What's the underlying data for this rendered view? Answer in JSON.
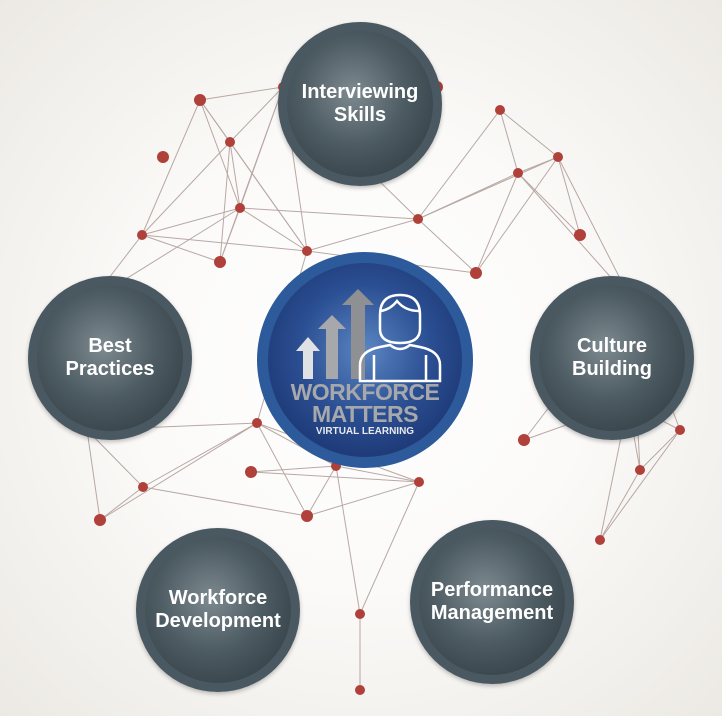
{
  "center_logo": {
    "line1": "WORKFORCE",
    "line2": "MATTERS",
    "line3": "VIRTUAL LEARNING"
  },
  "topics": [
    {
      "id": "interviewing-skills",
      "lines": [
        "Interviewing",
        "Skills"
      ]
    },
    {
      "id": "best-practices",
      "lines": [
        "Best",
        "Practices"
      ]
    },
    {
      "id": "culture-building",
      "lines": [
        "Culture",
        "Building"
      ]
    },
    {
      "id": "workforce-development",
      "lines": [
        "Workforce",
        "Development"
      ]
    },
    {
      "id": "performance-management",
      "lines": [
        "Performance",
        "Management"
      ]
    }
  ],
  "colors": {
    "node": "#b0403a",
    "line": "#a89490",
    "circle": "#4a5961",
    "logo_ring": "#2d5a9a"
  }
}
